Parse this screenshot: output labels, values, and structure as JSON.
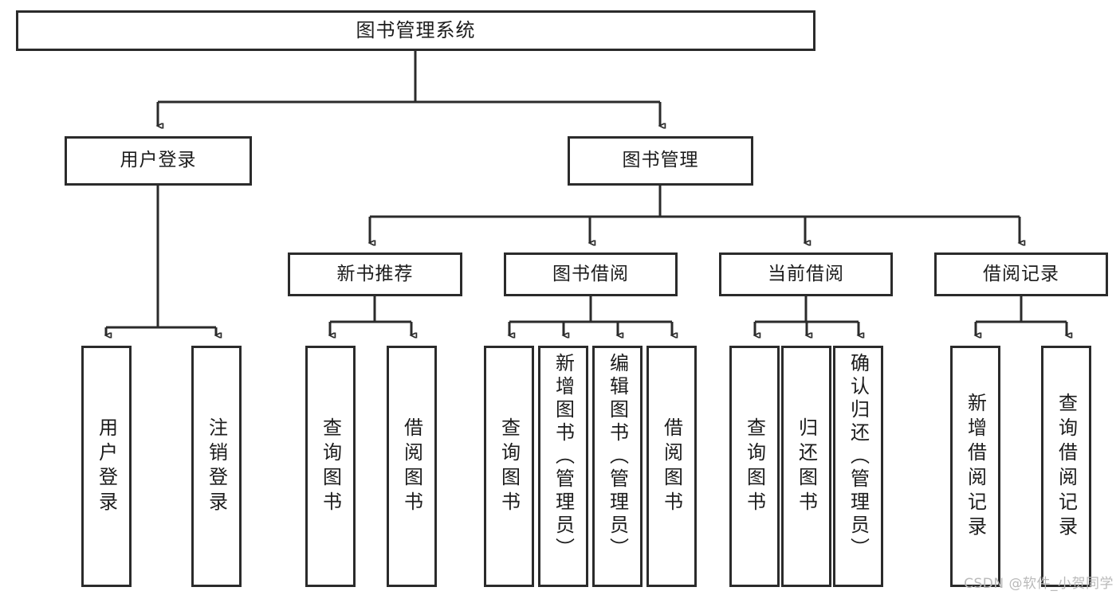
{
  "diagram": {
    "title": "图书管理系统",
    "type": "functional-structure-tree",
    "watermark": "CSDN @软件_小贺同学",
    "colors": {
      "stroke": "#2b2b2b",
      "background": "#ffffff",
      "text": "#1c1c1c",
      "watermark": "#b9b9b9"
    }
  },
  "nodes": {
    "root": {
      "label": "图书管理系统"
    },
    "level2": [
      {
        "id": "user-login",
        "label": "用户登录"
      },
      {
        "id": "book-manage",
        "label": "图书管理"
      }
    ],
    "level3": [
      {
        "id": "new-book-recommend",
        "label": "新书推荐"
      },
      {
        "id": "book-borrow",
        "label": "图书借阅"
      },
      {
        "id": "current-borrow",
        "label": "当前借阅"
      },
      {
        "id": "borrow-record",
        "label": "借阅记录"
      }
    ],
    "leaves": {
      "user-login": [
        {
          "id": "leaf-user-login",
          "label": "用户登录"
        },
        {
          "id": "leaf-logout-login",
          "label": "注销登录"
        }
      ],
      "new-book-recommend": [
        {
          "id": "leaf-query-book-1",
          "label": "查询图书"
        },
        {
          "id": "leaf-borrow-book-1",
          "label": "借阅图书"
        }
      ],
      "book-borrow": [
        {
          "id": "leaf-query-book-2",
          "label": "查询图书"
        },
        {
          "id": "leaf-add-book",
          "label": "新增图书（管理员）"
        },
        {
          "id": "leaf-edit-book",
          "label": "编辑图书（管理员）"
        },
        {
          "id": "leaf-borrow-book-2",
          "label": "借阅图书"
        }
      ],
      "current-borrow": [
        {
          "id": "leaf-query-book-3",
          "label": "查询图书"
        },
        {
          "id": "leaf-return-book",
          "label": "归还图书"
        },
        {
          "id": "leaf-confirm-return",
          "label": "确认归还（管理员）"
        }
      ],
      "borrow-record": [
        {
          "id": "leaf-add-record",
          "label": "新增借阅记录"
        },
        {
          "id": "leaf-query-record",
          "label": "查询借阅记录"
        }
      ]
    }
  }
}
